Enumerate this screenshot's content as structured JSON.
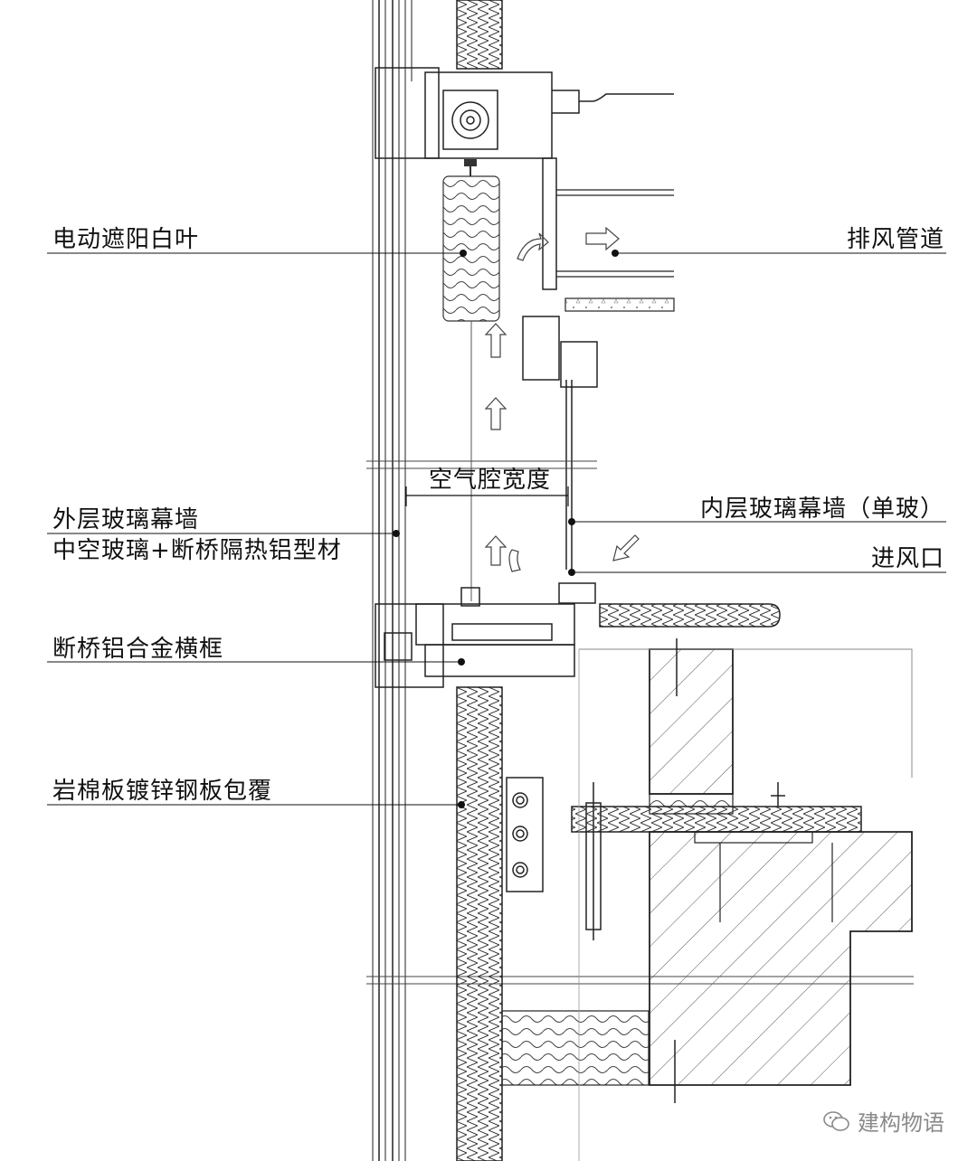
{
  "labels": {
    "louver": "电动遮阳白叶",
    "exhaust": "排风管道",
    "cavity_width": "空气腔宽度",
    "outer_wall_1": "外层玻璃幕墙",
    "outer_wall_2": "中空玻璃+断桥隔热铝型材",
    "inner_wall": "内层玻璃幕墙（单玻）",
    "air_inlet": "进风口",
    "transom": "断桥铝合金横框",
    "rock_wool": "岩棉板镀锌钢板包覆"
  },
  "watermark": {
    "text": "建构物语",
    "icon": "wechat-icon"
  }
}
